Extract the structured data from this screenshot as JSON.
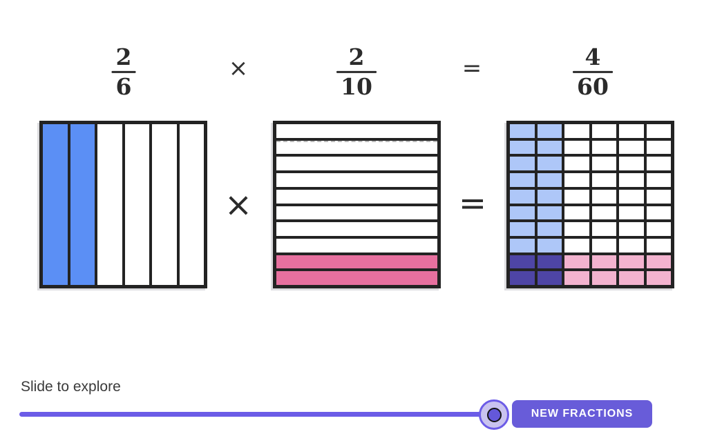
{
  "equation": {
    "fractions": [
      {
        "numerator": "2",
        "denominator": "6"
      },
      {
        "numerator": "2",
        "denominator": "10"
      },
      {
        "numerator": "4",
        "denominator": "60"
      }
    ],
    "operator": "×",
    "equals": "="
  },
  "diagram": {
    "multiply_symbol": "×",
    "equals_symbol": "=",
    "left_grid": {
      "columns": 6,
      "shaded_columns": 2,
      "shade_color": "#5B8FF5",
      "line_color": "#232323"
    },
    "middle_grid": {
      "rows": 10,
      "shaded_rows": 2,
      "shade_color": "#E7709F",
      "line_color": "#232323",
      "dashed_guide_row": 2
    },
    "right_grid": {
      "columns": 6,
      "rows": 10,
      "shaded_columns": 2,
      "shaded_rows": 2,
      "column_shade_color": "#AEC7F8",
      "row_shade_color": "#F3B3CF",
      "overlap_color": "#4E45A5",
      "line_color": "#232323"
    }
  },
  "footer": {
    "slider_label": "Slide to explore",
    "slider": {
      "track_color": "#6C5CE7",
      "value_percent": 100
    },
    "new_fractions_button": {
      "label": "NEW FRACTIONS",
      "background": "#685CD9"
    }
  }
}
